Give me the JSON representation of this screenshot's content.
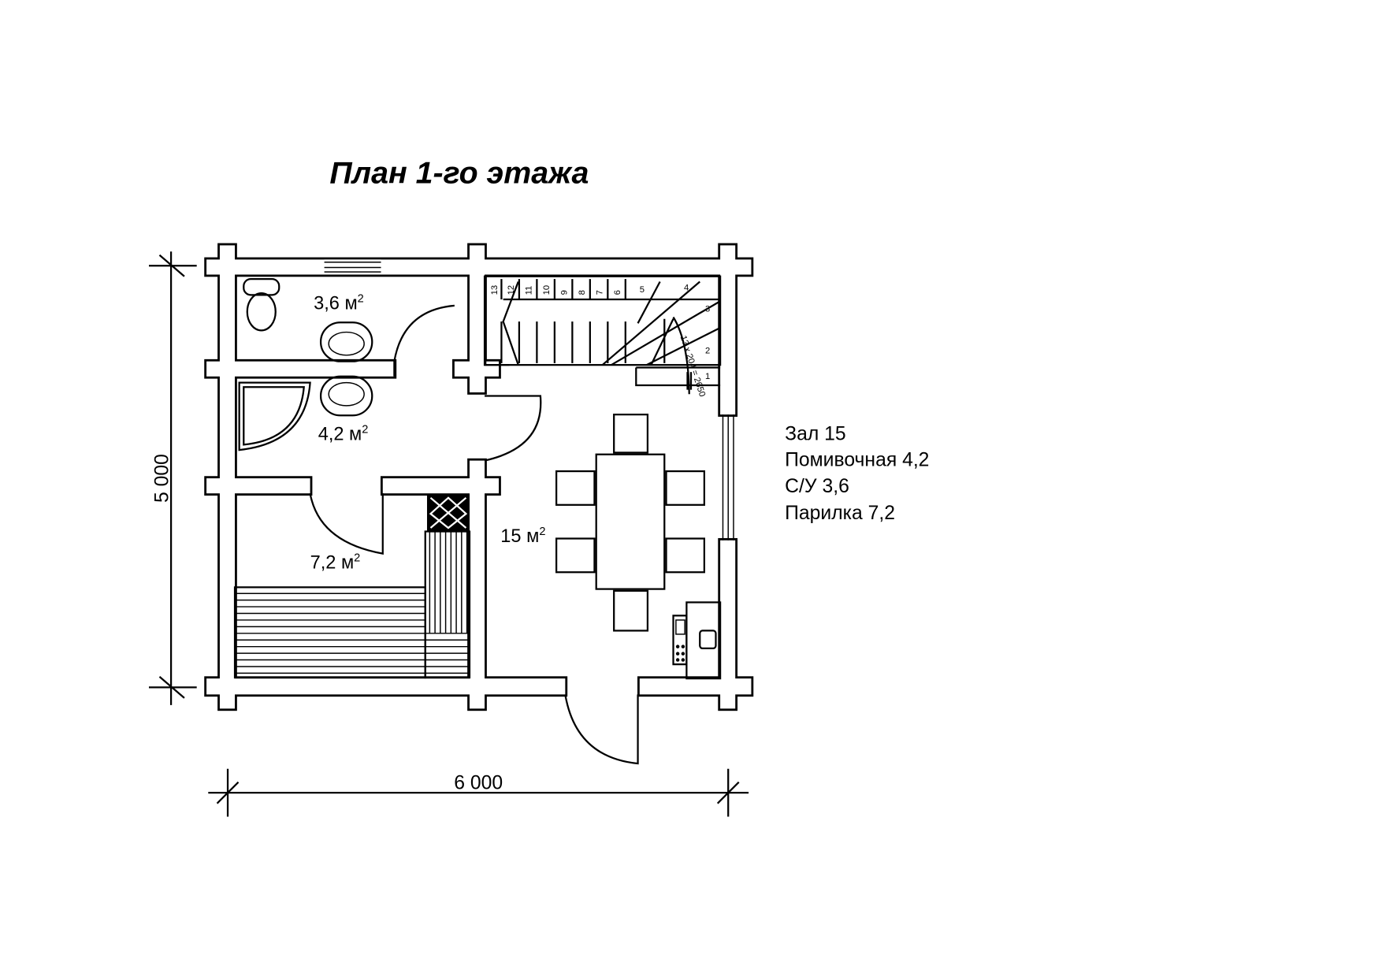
{
  "title": "План 1-го этажа",
  "rooms": {
    "wc": {
      "area": "3,6 м",
      "sup": "2"
    },
    "washroom": {
      "area": "4,2 м",
      "sup": "2"
    },
    "steam_room": {
      "area": "7,2 м",
      "sup": "2"
    },
    "hall": {
      "area": "15 м",
      "sup": "2"
    }
  },
  "legend": [
    "Зал 15",
    "Помивочная 4,2",
    "С/У 3,6",
    "Парилка 7,2"
  ],
  "dimensions": {
    "height": "5 000",
    "width": "6 000"
  },
  "stairs": {
    "steps": [
      "13",
      "12",
      "11",
      "10",
      "9",
      "8",
      "7",
      "6",
      "5",
      "4",
      "3",
      "2",
      "1"
    ],
    "note": "13 x 204 = 2650"
  }
}
